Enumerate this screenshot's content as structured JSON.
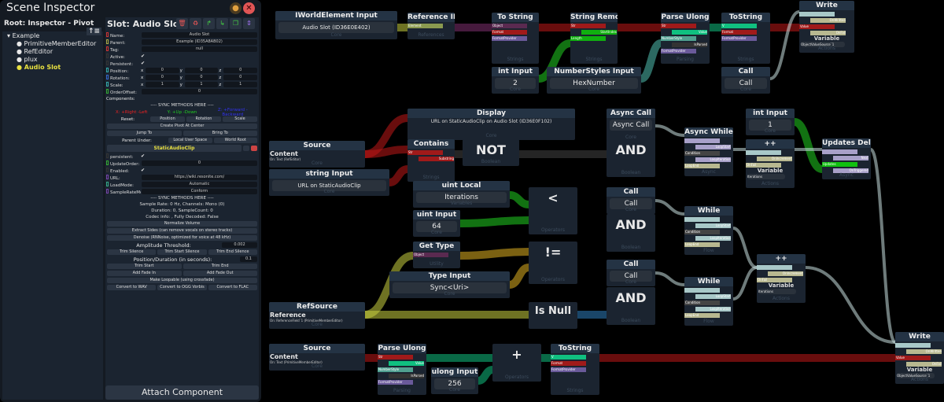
{
  "inspector": {
    "title": "Scene Inspector",
    "root_label": "Root: Inspector - Pivot",
    "tree": [
      {
        "label": "Example",
        "level": 0,
        "expanded": true
      },
      {
        "label": "PrimitiveMemberEditor",
        "level": 1
      },
      {
        "label": "RefEditor",
        "level": 1
      },
      {
        "label": "plux",
        "level": 1
      },
      {
        "label": "Audio Slot",
        "level": 1,
        "selected": true
      }
    ],
    "slot_title": "Slot: Audio Slot",
    "fields": {
      "name_label": "Name:",
      "name": "Audio Slot",
      "parent_label": "Parent:",
      "parent": "Example (ID35A8AB02)",
      "tag_label": "Tag:",
      "tag": "null",
      "active_label": "Active:",
      "persistent_label": "Persistent:",
      "position_label": "Position:",
      "position": [
        "0",
        "0",
        "0"
      ],
      "rotation_label": "Rotation:",
      "rotation": [
        "0",
        "0",
        "0"
      ],
      "scale_label": "Scale:",
      "scale": [
        "1",
        "1",
        "1"
      ],
      "order_label": "OrderOffset:",
      "order": "0",
      "components_label": "Components:"
    },
    "sync_header": "---- SYNC METHODS HERE ----",
    "axis_x": "X: +Right -Left",
    "axis_y": "Y: +Up -Down",
    "axis_z": "Z: +Forward -Backward",
    "reset_label": "Reset:",
    "reset_buttons": [
      "Position",
      "Rotation",
      "Scale"
    ],
    "create_pivot": "Create Pivot At Center",
    "jump_to": "Jump To",
    "bring_to": "Bring To",
    "parent_under": "Parent Under:",
    "parent_buttons": [
      "Local User Space",
      "World Root"
    ],
    "component": {
      "name": "StaticAudioClip",
      "persistent_label": "persistent:",
      "update_order_label": "UpdateOrder:",
      "update_order": "0",
      "enabled_label": "Enabled:",
      "url_label": "URL:",
      "url": "https://wiki.resonite.com/",
      "load_mode_label": "LoadMode:",
      "load_mode": "Automatic",
      "sample_rate_mode_label": "SampleRateMode:",
      "sample_rate_mode": "Conform",
      "sync_header": "---- SYNC METHODS HERE ----",
      "info1": "Sample Rate: 0 Hz, Channels: Mono (0)",
      "info2": "Duration: 0, SampleCount: 0",
      "info3": "Codec info: , Fully Decoded: False",
      "normalize": "Normalize Volume",
      "extract": "Extract Sides (can remove vocals on stereo tracks)",
      "denoise": "Denoise (RNNoise, optimized for voice at 48 kHz)",
      "amp_label": "Amplitude Threshold:",
      "amp": "0.002",
      "trim_buttons": [
        "Trim Silence",
        "Trim Start Silence",
        "Trim End Silence"
      ],
      "pos_label": "Position/Duration (in seconds):",
      "pos": "0.1",
      "trim_start": "Trim Start",
      "trim_end": "Trim End",
      "fade_in": "Add Fade In",
      "fade_out": "Add Fade Out",
      "loopable": "Make Loopable (using crossfade)",
      "convert": [
        "Convert to WAV",
        "Convert to OGG Vorbis",
        "Convert to FLAC"
      ]
    },
    "attach": "Attach Component"
  },
  "nodes": [
    {
      "title": "IWorldElement Input",
      "value": "Audio Slot (ID36E0E402)",
      "cat": "Core"
    },
    {
      "title": "Reference ID",
      "ports": [
        [
          "Element",
          "#8a9a50"
        ]
      ],
      "cat": "References"
    },
    {
      "title": "To String",
      "ports": [
        [
          "Object",
          "#5a2a50"
        ],
        [
          "Format",
          "#a01a1a"
        ],
        [
          "FormatProvider",
          "#6a5a9a"
        ]
      ],
      "cat": "Strings"
    },
    {
      "title": "String Remove",
      "ports": [
        [
          "Str",
          "#a01a1a"
        ],
        [
          "StartIndex",
          "#10b010"
        ],
        [
          "Length",
          "#10b010"
        ]
      ],
      "cat": "Strings"
    },
    {
      "title": "Parse Ulong",
      "ports": [
        [
          "Str",
          "#a01a1a"
        ],
        [
          "Value",
          "#10c080"
        ],
        [
          "NumberStyle",
          "#50a090"
        ],
        [
          "IsParsed",
          "#333"
        ],
        [
          "FormatProvider",
          "#6a5a9a"
        ]
      ],
      "cat": "Parsing"
    },
    {
      "title": "ToString",
      "ports": [
        [
          "V",
          "#10c080"
        ],
        [
          "Format",
          "#a01a1a"
        ],
        [
          "FormatProvider",
          "#6a5a9a"
        ]
      ],
      "cat": "Strings"
    },
    {
      "title": "Write",
      "ports": [
        [
          "",
          "#a8c8c8"
        ],
        [
          "OnWritten",
          "#b8b890"
        ],
        [
          "Value",
          "#a01a1a"
        ],
        [
          "OnFail",
          "#b8b890"
        ]
      ],
      "variable": "ObjectValueSource`1",
      "var_label": "Variable",
      "cat": "Actions"
    },
    {
      "title": "int Input",
      "value": "2",
      "cat": "Core"
    },
    {
      "title": "NumberStyles Input",
      "value": "HexNumber",
      "cat": "Core"
    },
    {
      "title": "Call",
      "value": "Call",
      "cat": "Core"
    },
    {
      "title": "Display",
      "text": "URL on StaticAudioClip on Audio Slot (ID36E0F102)",
      "cat": "Core"
    },
    {
      "title": "Source",
      "label": "Content",
      "sub": "On: Text (RefEditor)",
      "cat": "Core"
    },
    {
      "title": "string Input",
      "value": "URL on StaticAudioClip",
      "cat": "Core"
    },
    {
      "title": "Contains",
      "ports": [
        [
          "Str",
          "#a01a1a"
        ],
        [
          "Substring",
          "#a01a1a"
        ]
      ],
      "cat": "Strings"
    },
    {
      "big": "NOT",
      "cat": "Boolean"
    },
    {
      "title": "uint Local",
      "value": "Iterations",
      "cat": "Variables"
    },
    {
      "title": "uint Input",
      "value": "64",
      "cat": "Core"
    },
    {
      "big": "<",
      "cat": "Operators"
    },
    {
      "title": "Get Type",
      "ports": [
        [
          "Object",
          "#5a2a50"
        ]
      ],
      "cat": "Utility"
    },
    {
      "title": "Type Input",
      "value": "Sync<Uri>",
      "cat": "Core"
    },
    {
      "big": "!=",
      "cat": "Operators"
    },
    {
      "title": "RefSource",
      "label": "Reference",
      "sub": "On: ReferenceField`1 (PrimitiveMemberEditor)",
      "cat": "Core"
    },
    {
      "big": "Is Null",
      "cat": ""
    },
    {
      "title": "Source",
      "label": "Content",
      "sub": "On: Text (PrimitiveMemberEditor)",
      "cat": "Core"
    },
    {
      "title": "Parse Ulong",
      "ports": [
        [
          "Str",
          "#a01a1a"
        ],
        [
          "Value",
          "#10c080"
        ],
        [
          "NumberStyle",
          "#50a090"
        ],
        [
          "IsParsed",
          "#333"
        ],
        [
          "FormatProvider",
          "#6a5a9a"
        ]
      ],
      "cat": "Parsing"
    },
    {
      "title": "ulong Input",
      "value": "256",
      "cat": "Core"
    },
    {
      "big": "+",
      "cat": "Operators"
    },
    {
      "title": "ToString",
      "ports": [
        [
          "V",
          "#10c080"
        ],
        [
          "Format",
          "#a01a1a"
        ],
        [
          "FormatProvider",
          "#6a5a9a"
        ]
      ],
      "cat": "Strings"
    },
    {
      "title": "Write",
      "ports": [
        [
          "",
          "#a8c8c8"
        ],
        [
          "OnWritten",
          "#b8b890"
        ],
        [
          "Value",
          "#a01a1a"
        ],
        [
          "OnFail",
          "#b8b890"
        ]
      ],
      "variable": "ObjectValueSource`1",
      "var_label": "Variable",
      "cat": "Actions"
    },
    {
      "title": "Async Call",
      "value": "Async Call",
      "cat": "Core"
    },
    {
      "big": "AND",
      "cat": "Boolean"
    },
    {
      "title": "Call",
      "value": "Call",
      "cat": "Core"
    },
    {
      "big": "AND",
      "cat": "Boolean"
    },
    {
      "title": "Call",
      "value": "Call",
      "cat": "Core"
    },
    {
      "big": "AND",
      "cat": "Boolean"
    },
    {
      "title": "Async While",
      "ports": [
        [
          "",
          "#a8a0c8"
        ],
        [
          "LoopStart",
          "#a8a0c8"
        ],
        [
          "Condition",
          "#444"
        ],
        [
          "LoopIteration",
          "#a8a0c8"
        ],
        [
          "LoopEnd",
          "#b8b890"
        ]
      ],
      "cat": "Async"
    },
    {
      "title": "While",
      "ports": [
        [
          "",
          "#a8c8c8"
        ],
        [
          "LoopStart",
          "#a8c8c8"
        ],
        [
          "Condition",
          "#444"
        ],
        [
          "LoopIteration",
          "#a8c8c8"
        ],
        [
          "LoopEnd",
          "#b8b890"
        ]
      ],
      "cat": "Flow"
    },
    {
      "title": "While",
      "ports": [
        [
          "",
          "#a8c8c8"
        ],
        [
          "LoopStart",
          "#a8c8c8"
        ],
        [
          "Condition",
          "#444"
        ],
        [
          "LoopIteration",
          "#a8c8c8"
        ],
        [
          "LoopEnd",
          "#b8b890"
        ]
      ],
      "cat": "Flow"
    },
    {
      "title": "int Input",
      "value": "1",
      "cat": "Core"
    },
    {
      "title": "++",
      "ports": [
        [
          "",
          "#a8c8c8"
        ],
        [
          "OnIncrement",
          "#b8b890"
        ],
        [
          "OnFail",
          "#b8b890"
        ]
      ],
      "variable": "Iterations",
      "var_label": "Variable",
      "cat": "Actions"
    },
    {
      "title": "++",
      "ports": [
        [
          "",
          "#a8c8c8"
        ],
        [
          "OnIncrement",
          "#b8b890"
        ],
        [
          "OnFail",
          "#b8b890"
        ]
      ],
      "variable": "Iterations",
      "var_label": "Variable",
      "cat": "Actions"
    },
    {
      "title": "Updates Delay",
      "ports": [
        [
          "",
          "#a8a0c8"
        ],
        [
          "Next",
          "#a8a0c8"
        ],
        [
          "Updates",
          "#10c010"
        ],
        [
          "OnTriggered",
          "#a8a0c8"
        ]
      ],
      "cat": "Async"
    }
  ],
  "colors": {
    "string_wire": "#c01818",
    "int_wire": "#20d020",
    "ulong_wire": "#10c080",
    "impulse_wire": "#c8e0e0",
    "type_wire": "#e0b020",
    "ref_wire": "#c8d040",
    "selected": "#e8e040",
    "close": "#e04848"
  }
}
